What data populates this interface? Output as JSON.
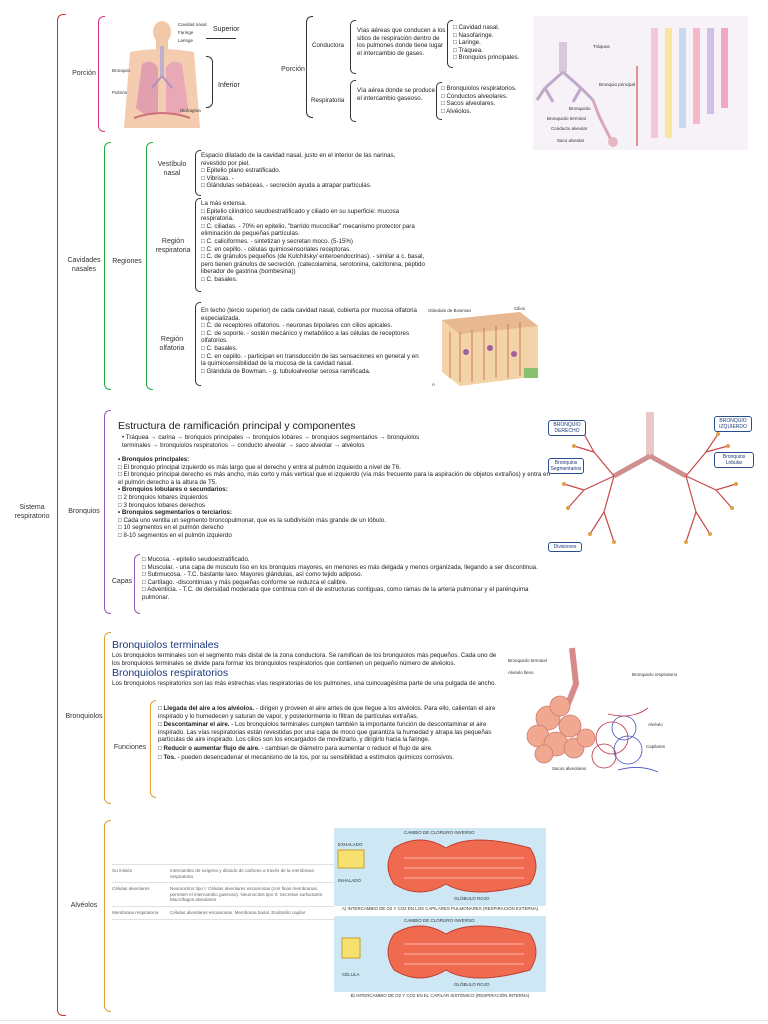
{
  "root": {
    "label": "Sistema respiratorio"
  },
  "porcion": {
    "label": "Porción",
    "superior": "Superior",
    "inferior": "Inferior",
    "sub_label": "Porción",
    "conductora": {
      "label": "Conductora",
      "text": "Vías aéreas que conducen a los sitios de respiración dentro de los pulmones donde tiene lugar el intercambio de gases.",
      "items": [
        "Cavidad nasal.",
        "Nasofaringe.",
        "Laringe.",
        "Tráquea.",
        "Bronquios principales."
      ]
    },
    "respiratoria": {
      "label": "Respiratoria",
      "text": "Vía aérea donde se produce el intercambio gaseoso.",
      "items": [
        "Bronquiolos respiratorios.",
        "Conductos alveolares.",
        "Sacos alveolares.",
        "Alvéolos."
      ]
    }
  },
  "cavidades": {
    "label": "Cavidades nasales",
    "regiones_label": "Regiones",
    "vestibulo": {
      "label": "Vestíbulo nasal",
      "lines": [
        "Espacio dilatado de la cavidad nasal, justo en el interior de las narinas, revestido por piel.",
        "Epitelio plano estratificado.",
        "Vibrisas. -",
        "Glándulas sebáceas. - secreción ayuda a atrapar partículas."
      ]
    },
    "region_resp": {
      "label": "Región respiratoria",
      "lines": [
        "La más extensa.",
        "Epitelio cilíndrico seudoestratificado y ciliado en su superficie: mucosa respiratoria.",
        "C. ciliadas. - 70% en epitelio. \"barrido mucociliar\" mecanismo protector para eliminación de pequeñas partículas.",
        "C. caliciformes. - sintetizan y secretan moco. (5-15%)",
        "C. en cepillo. - células quimiosensoriales receptoras.",
        "C. de gránulos pequeños (de Kulchitsky/ enteroendocrinas). - similar a c. basal, pero tienen gránulos de secreción. (catecolamina, serotonina, calcitonina, péptido liberador de gastrina (bombesina))",
        "C. basales."
      ]
    },
    "region_olf": {
      "label": "Región olfatoria",
      "lines": [
        "En techo (tercio superior) de cada cavidad nasal, cubierta por mucosa olfatoria especializada.",
        "C. de receptores olfatorios. - neuronas bipolares con cilios apicales.",
        "C. de soporte. - sostén mecánico y metabólico a las células de receptores olfatorios.",
        "C. basales.",
        "C. en cepillo. - participan en transducción de las sensaciones en general y en la quimiosensibilidad de la mucosa de la cavidad nasal.",
        "Glándula de Bowman. - g. tubuloalveolar serosa ramificada."
      ]
    }
  },
  "bronquios": {
    "label": "Bronquios",
    "title": "Estructura de ramificación principal y componentes",
    "chain": "Tráquea → carina → bronquios principales → bronquios lobares → bronquios segmentarios → bronquiolos terminales → bronquiolos respiratorios → conducto alveolar → saco alveolar → alvéolos",
    "groups": [
      {
        "head": "Bronquios principales:",
        "items": [
          "El bronquio principal izquierdo es más largo que el derecho y entra al pulmón izquierdo a nivel de T6.",
          "El bronquio principal derecho es más ancho, más corto y más vertical que el izquierdo (vía más frecuente para la aspiración de objetos extraños) y entra en el pulmón derecho a la altura de T5."
        ]
      },
      {
        "head": "Bronquios lobulares o secundarios:",
        "items": [
          "2 bronquios lobares izquierdos",
          "3 bronquios lobares derechos"
        ]
      },
      {
        "head": "Bronquios segmentarios o terciarios:",
        "items": [
          "Cada uno ventila un segmento broncopulmonar, que es la subdivisión más grande de un lóbulo.",
          "10 segmentos en el pulmón derecho",
          "8-10 segmentos en el pulmón izquierdo"
        ]
      }
    ],
    "capas_label": "Capas",
    "capas": [
      "Mucosa. - epitelio seudoestratificado.",
      "Muscular. - una capa de músculo liso en los bronquios mayores, en menores es más delgada y menos organizada, llegando a ser discontinua.",
      "Submucosa. - T.C. bastante laxo. Mayores glándulas, así como tejido adiposo.",
      "Cartílago. -discontinuas y más pequeñas conforme se reduzca el calibre.",
      "Adventicia. - T.C. de densidad moderada que continúa con el de estructuras contiguas, como ramas de la arteria pulmonar y el parénquima pulmonar."
    ],
    "diagram": {
      "b1": "BRONQUIO DERECHO",
      "b2": "BRONQUIO IZQUIERDO",
      "b3": "Bronquios Segmentarios",
      "b4": "Bronquios Lobular",
      "b5": "Divisiones"
    }
  },
  "bronquiolos": {
    "label": "Bronquiolos",
    "title1": "Bronquiolos terminales",
    "text1": "Los bronquiolos terminales son el segmento más distal de la zona conductora. Se ramifican de los bronquiolos más pequeños. Cada uno de los bronquiolos terminales se divide para formar los bronquiolos respiratorios que contienen un pequeño número de alvéolos.",
    "title2": "Bronquiolos respiratorios",
    "text2": "Los bronquiolos respiratorios son las más estrechas vías respiratorias de los pulmones, una cuincuagésima parte de una pulgada de ancho.",
    "funciones_label": "Funciones",
    "funciones": [
      {
        "head": "Llegada del aire a los alvéolos.",
        "text": " - dirigen y proveen el aire antes de que llegue a los alvéolos. Para ello, calientan el aire inspirado y lo humedecen y saturan de vapor, y posteriormente lo filtran de partículas extrañas."
      },
      {
        "head": "Descontaminar el aire.",
        "text": " - Los bronquiolos terminales cumplen también la importante función de descontaminar el aire inspirado. Las vías respiratorias están revestidas por una capa de moco que garantiza la humedad y atrapa las pequeñas partículas de aire inspirado. Los cilios son los encargados de movilizarlo, y dirigirlo hacia la faringe."
      },
      {
        "head": "Reducir o aumentar flujo de aire.",
        "text": " - cambian de diámetro para aumentar o reducir el flujo de aire."
      },
      {
        "head": "Tos.",
        "text": " - pueden desencadenar el mecanismo de la tos, por su sensibilidad a estímulos químicos corrosivos."
      }
    ]
  },
  "alveolos": {
    "label": "Alvéolos",
    "table": [
      {
        "k": "Su misión",
        "v": "Intercambio de oxígeno y dióxido de carbono a través de la membrana respiratoria"
      },
      {
        "k": "Células alveolares",
        "v": "Neumocitos tipo I: Células alveolares escamosas (con finas membranas, permiten el intercambio gaseoso). Neumocitos tipo II: Secretan surfactante. Macrófagos alveolares"
      },
      {
        "k": "Membrana respiratoria",
        "v": "Células alveolares escamosas. Membrana basal. Endotelio capilar"
      }
    ],
    "cap1": "A) INTERCAMBIO DE O2 Y CO2 EN LOS CAPILARES PULMONARES (RESPIRACIÓN EXTERNA)",
    "cap2": "B) INTERCAMBIO DE O2 Y CO2 EN EL CAPILAR SISTÉMICO (RESPIRACIÓN INTERNA)"
  },
  "colors": {
    "brace_root": "#c0392b",
    "brace_porcion": "#d63384",
    "brace_cav": "#27a844",
    "brace_bron": "#9b59b6",
    "brace_func": "#e0a030",
    "title_blue": "#1d3a7a"
  }
}
